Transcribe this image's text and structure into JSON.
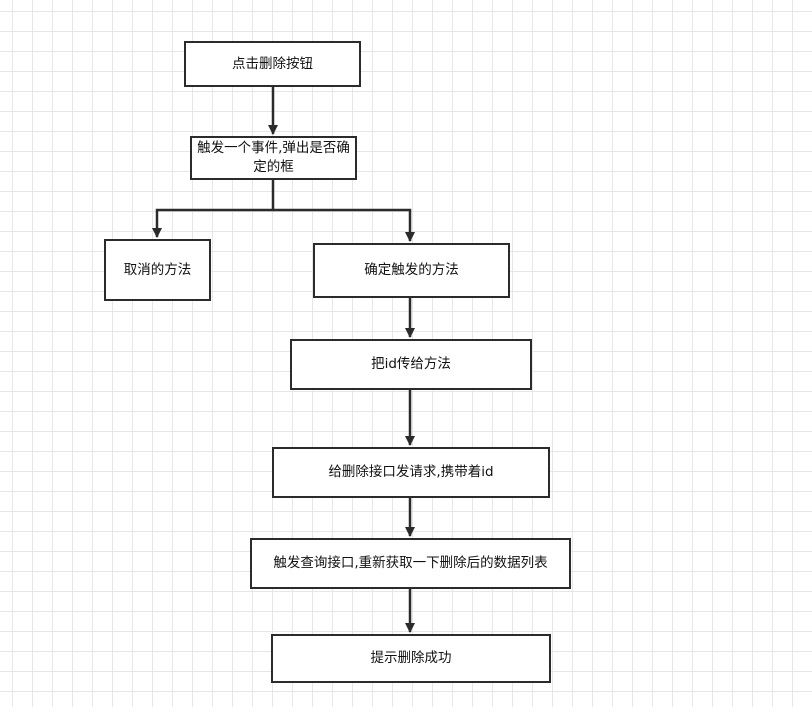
{
  "flowchart": {
    "nodes": [
      {
        "id": "n1",
        "label": "点击删除按钮"
      },
      {
        "id": "n2",
        "label": "触发一个事件,弹出是否确定的框"
      },
      {
        "id": "n3",
        "label": "取消的方法"
      },
      {
        "id": "n4",
        "label": "确定触发的方法"
      },
      {
        "id": "n5",
        "label": "把id传给方法"
      },
      {
        "id": "n6",
        "label": "给删除接口发请求,携带着id"
      },
      {
        "id": "n7",
        "label": "触发查询接口,重新获取一下删除后的数据列表"
      },
      {
        "id": "n8",
        "label": "提示删除成功"
      }
    ],
    "edges": [
      {
        "from": "n1",
        "to": "n2"
      },
      {
        "from": "n2",
        "to": "n3"
      },
      {
        "from": "n2",
        "to": "n4"
      },
      {
        "from": "n4",
        "to": "n5"
      },
      {
        "from": "n5",
        "to": "n6"
      },
      {
        "from": "n6",
        "to": "n7"
      },
      {
        "from": "n7",
        "to": "n8"
      }
    ]
  }
}
